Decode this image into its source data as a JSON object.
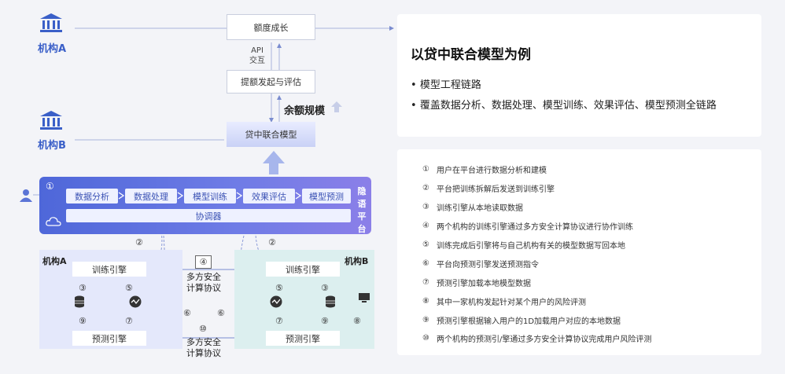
{
  "institutions": {
    "a_label": "机构A",
    "b_label": "机构B"
  },
  "top": {
    "limit_growth": "额度成长",
    "api_line1": "API",
    "api_line2": "交互",
    "withdraw_eval": "提额发起与评估",
    "balance_scale": "余额规模",
    "loan_model": "贷中联合模型"
  },
  "platform": {
    "step_num": "①",
    "steps": [
      "数据分析",
      "数据处理",
      "模型训练",
      "效果评估",
      "模型预测"
    ],
    "coordinator": "协调器",
    "side_label": "隐语平台"
  },
  "bottom": {
    "org_a": "机构A",
    "org_b": "机构B",
    "train_engine": "训练引擎",
    "predict_engine": "预测引擎",
    "n2": "②",
    "n3": "③",
    "n4": "④",
    "n5": "⑤",
    "n6": "⑥",
    "n7": "⑦",
    "n8": "⑧",
    "n9": "⑨",
    "n10": "⑩",
    "mpc_line1": "多方安全",
    "mpc_line2": "计算协议"
  },
  "right": {
    "title": "以贷中联合模型为例",
    "bullets": [
      "模型工程链路",
      "覆盖数据分析、数据处理、模型训练、效果评估、模型预测全链路"
    ],
    "steps": [
      {
        "num": "①",
        "text": "用户在平台进行数据分析和建模"
      },
      {
        "num": "②",
        "text": "平台把训练拆解后发送到训练引擎"
      },
      {
        "num": "③",
        "text": "训练引擎从本地读取数据"
      },
      {
        "num": "④",
        "text": "两个机构的训练引擎通过多方安全计算协议进行协作训练"
      },
      {
        "num": "⑤",
        "text": "训练完成后引擎将与自己机构有关的模型数据写回本地"
      },
      {
        "num": "⑥",
        "text": "平台向预测引擎发送预测指令"
      },
      {
        "num": "⑦",
        "text": "预测引擎加载本地模型数据"
      },
      {
        "num": "⑧",
        "text": "其中一家机构发起针对某个用户的风险评测"
      },
      {
        "num": "⑨",
        "text": "预测引擎根据输入用户的1D加载用户对应的本地数据"
      },
      {
        "num": "⑩",
        "text": "两个机构的预测引/擎通过多方安全计算协议完成用户风险评测"
      }
    ]
  }
}
